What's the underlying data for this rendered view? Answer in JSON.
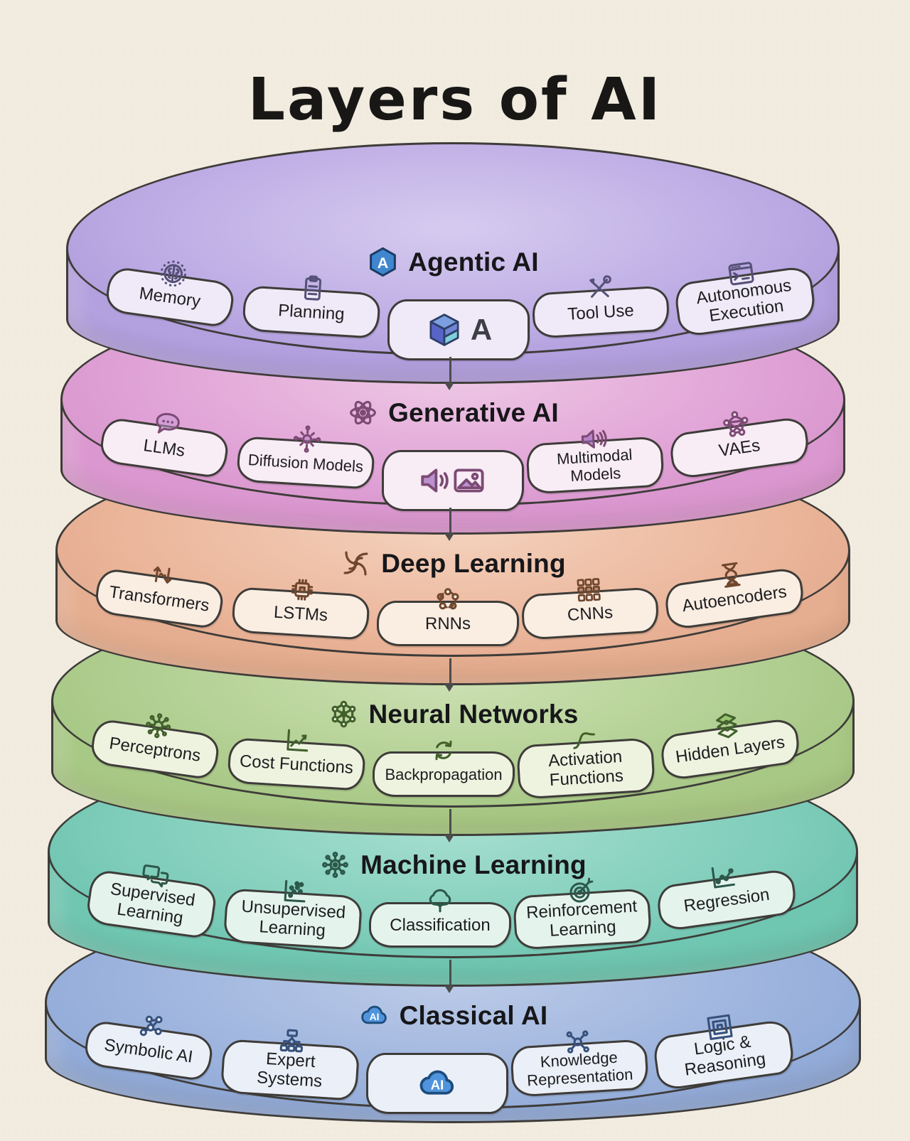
{
  "title": "Layers of AI",
  "background_color": "#f1ecdf",
  "outline_color": "#3e3c39",
  "arrow_color": "#4c4c4c",
  "layers": [
    {
      "name": "Agentic AI",
      "badge": "A",
      "color": "#b3a0e0",
      "pill_color": "#f0eaf8",
      "header_icon": "hexagon-a-badge-icon",
      "items": [
        {
          "label": "Memory",
          "icon": "brain-icon"
        },
        {
          "label": "Planning",
          "icon": "clipboard-icon"
        },
        {
          "label": "A",
          "icon": "cube-logo-icon"
        },
        {
          "label": "Tool Use",
          "icon": "tools-icon"
        },
        {
          "label": "Autonomous Execution",
          "icon": "terminal-icon"
        }
      ]
    },
    {
      "name": "Generative AI",
      "color": "#dc99d1",
      "pill_color": "#f8ecf5",
      "header_icon": "atom-icon",
      "items": [
        {
          "label": "LLMs",
          "icon": "chat-bubble-icon"
        },
        {
          "label": "Diffusion Models",
          "icon": "diffusion-icon"
        },
        {
          "label": "",
          "icon": "audio-image-icon"
        },
        {
          "label": "Multimodal Models",
          "icon": "speaker-icon"
        },
        {
          "label": "VAEs",
          "icon": "network-graph-icon"
        }
      ]
    },
    {
      "name": "Deep Learning",
      "color": "#e7af92",
      "pill_color": "#faeee3",
      "header_icon": "spiral-icon",
      "items": [
        {
          "label": "Transformers",
          "icon": "transform-arrows-icon"
        },
        {
          "label": "LSTMs",
          "icon": "chip-icon"
        },
        {
          "label": "RNNs",
          "icon": "ring-nodes-icon"
        },
        {
          "label": "CNNs",
          "icon": "grid-icon"
        },
        {
          "label": "Autoencoders",
          "icon": "hourglass-icon"
        }
      ]
    },
    {
      "name": "Neural Networks",
      "color": "#a9c987",
      "pill_color": "#eef3e0",
      "header_icon": "neural-net-icon",
      "items": [
        {
          "label": "Perceptrons",
          "icon": "hub-node-icon"
        },
        {
          "label": "Cost Functions",
          "icon": "line-chart-icon"
        },
        {
          "label": "Backpropagation",
          "icon": "cycle-arrows-icon"
        },
        {
          "label": "Activation Functions",
          "icon": "sigmoid-icon"
        },
        {
          "label": "Hidden Layers",
          "icon": "stacked-layers-icon"
        }
      ]
    },
    {
      "name": "Machine Learning",
      "color": "#6fc7b2",
      "pill_color": "#e5f3ed",
      "header_icon": "node-hub-icon",
      "items": [
        {
          "label": "Supervised Learning",
          "icon": "chat-bubbles-icon"
        },
        {
          "label": "Unsupervised Learning",
          "icon": "scatter-plot-icon"
        },
        {
          "label": "Classification",
          "icon": "tree-icon"
        },
        {
          "label": "Reinforcement Learning",
          "icon": "target-icon"
        },
        {
          "label": "Regression",
          "icon": "trend-chart-icon"
        }
      ]
    },
    {
      "name": "Classical AI",
      "badge": "AI",
      "color": "#93acd9",
      "pill_color": "#ebeff8",
      "header_icon": "ai-cloud-icon",
      "items": [
        {
          "label": "Symbolic AI",
          "icon": "molecule-icon"
        },
        {
          "label": "Expert Systems",
          "icon": "flowchart-icon"
        },
        {
          "label": "AI",
          "icon": "ai-cloud-icon"
        },
        {
          "label": "Knowledge Representation",
          "icon": "knowledge-graph-icon"
        },
        {
          "label": "Logic & Reasoning",
          "icon": "concentric-squares-icon"
        }
      ]
    }
  ]
}
